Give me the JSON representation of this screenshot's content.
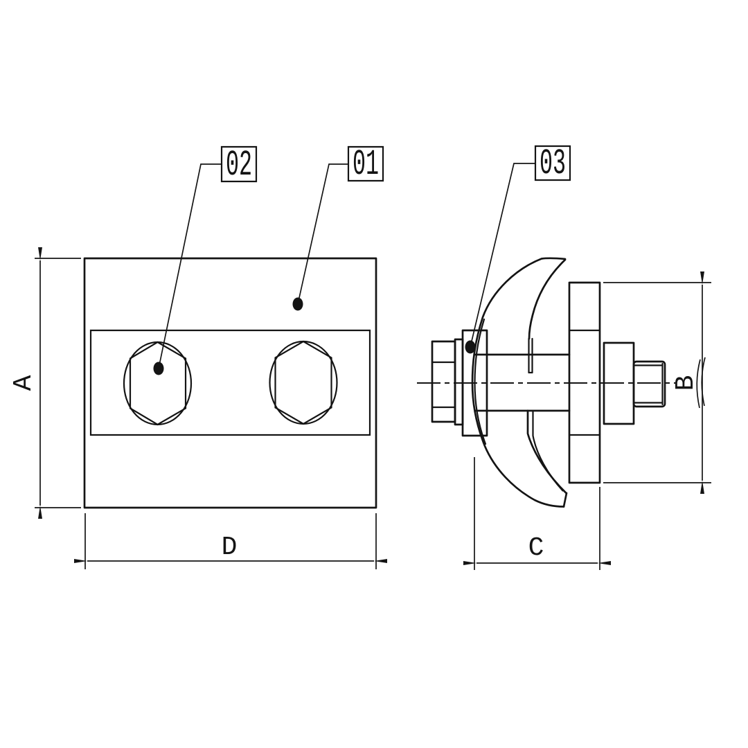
{
  "colors": {
    "line": "#141414",
    "background": "#ffffff"
  },
  "callouts": [
    {
      "label": "02"
    },
    {
      "label": "01"
    },
    {
      "label": "03"
    }
  ],
  "dimensions": {
    "front_height": "A",
    "front_width": "D",
    "side_width": "C",
    "side_height": "B"
  }
}
